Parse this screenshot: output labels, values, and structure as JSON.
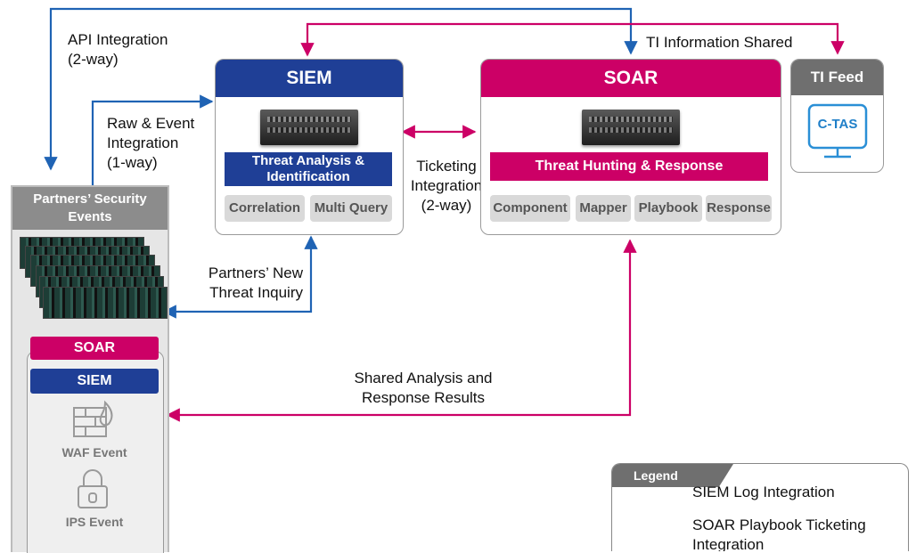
{
  "labels": {
    "api_integration": "API Integration",
    "api_integration_mode": "(2-way)",
    "ti_shared": "TI Information Shared",
    "raw_event_1": "Raw & Event",
    "raw_event_2": "Integration",
    "raw_event_3": "(1-way)",
    "ticketing_1": "Ticketing",
    "ticketing_2": "Integration",
    "ticketing_3": "(2-way)",
    "new_threat_1": "Partners’ New",
    "new_threat_2": "Threat Inquiry",
    "shared_results_1": "Shared Analysis and",
    "shared_results_2": "Response Results"
  },
  "siem": {
    "title": "SIEM",
    "function": "Threat Analysis & Identification",
    "modules": [
      "Correlation",
      "Multi Query"
    ]
  },
  "soar": {
    "title": "SOAR",
    "function": "Threat Hunting & Response",
    "modules": [
      "Component",
      "Mapper",
      "Playbook",
      "Response"
    ]
  },
  "ti_feed": {
    "title": "TI Feed",
    "logo": "C-TAS"
  },
  "partners": {
    "title": "Partners’ Security Events",
    "soar": "SOAR",
    "siem": "SIEM",
    "waf": "WAF Event",
    "ips": "IPS Event"
  },
  "legend": {
    "title": "Legend",
    "items": [
      {
        "label": "SIEM Log Integration",
        "color": "#1f63b4"
      },
      {
        "label": "SOAR Playbook Ticketing Integration",
        "color": "#cc0066"
      }
    ]
  },
  "colors": {
    "siem_blue": "#1f3f96",
    "siem_line": "#1f63b4",
    "soar_magenta": "#cc0066",
    "ti_gray": "#6f6f6f"
  }
}
